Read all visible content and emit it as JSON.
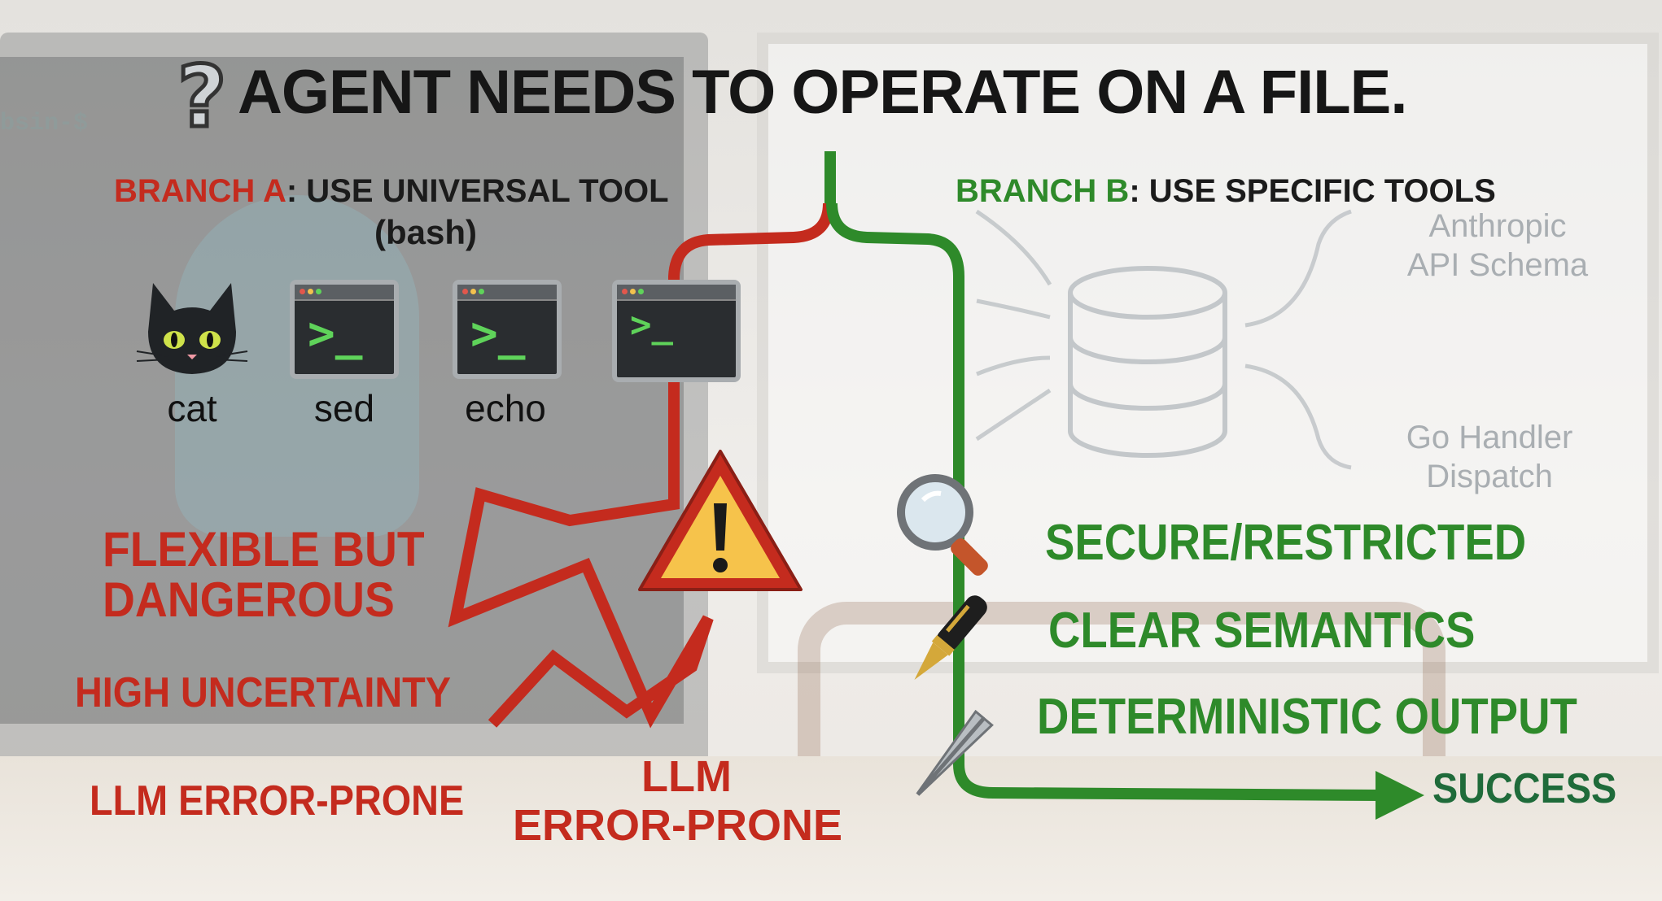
{
  "title": "AGENT NEEDS TO OPERATE ON A FILE.",
  "title_icon": "question-mark-icon",
  "background": {
    "terminal_prompt": "bsin-$"
  },
  "branch_a": {
    "prefix": "BRANCH A",
    "rest": ": USE UNIVERSAL TOOL",
    "sub": "(bash)",
    "tools": [
      {
        "icon": "cat-icon",
        "label": "cat"
      },
      {
        "icon": "terminal-icon",
        "label": "sed"
      },
      {
        "icon": "terminal-icon",
        "label": "echo"
      },
      {
        "icon": "terminal-icon",
        "label": ""
      }
    ],
    "warning_icon": "warning-icon",
    "outcomes": {
      "flexible": [
        "FLEXIBLE BUT",
        "DANGEROUS"
      ],
      "uncertainty": "HIGH UNCERTAINTY",
      "error_left": "LLM ERROR-PRONE",
      "error_right": [
        "LLM",
        "ERROR-PRONE"
      ]
    },
    "color": "#c42b1e"
  },
  "branch_b": {
    "prefix": "BRANCH B",
    "rest": ": USE SPECIFIC TOOLS",
    "background_labels": {
      "schema": [
        "Anthropic",
        "API Schema"
      ],
      "handler": [
        "Go Handler",
        "Dispatch"
      ]
    },
    "icons": [
      "magnifier-icon",
      "pen-icon",
      "tweezers-icon"
    ],
    "outcomes": [
      "SECURE/RESTRICTED",
      "CLEAR SEMANTICS",
      "DETERMINISTIC OUTPUT"
    ],
    "result": "SUCCESS",
    "color": "#2e8a2a"
  }
}
